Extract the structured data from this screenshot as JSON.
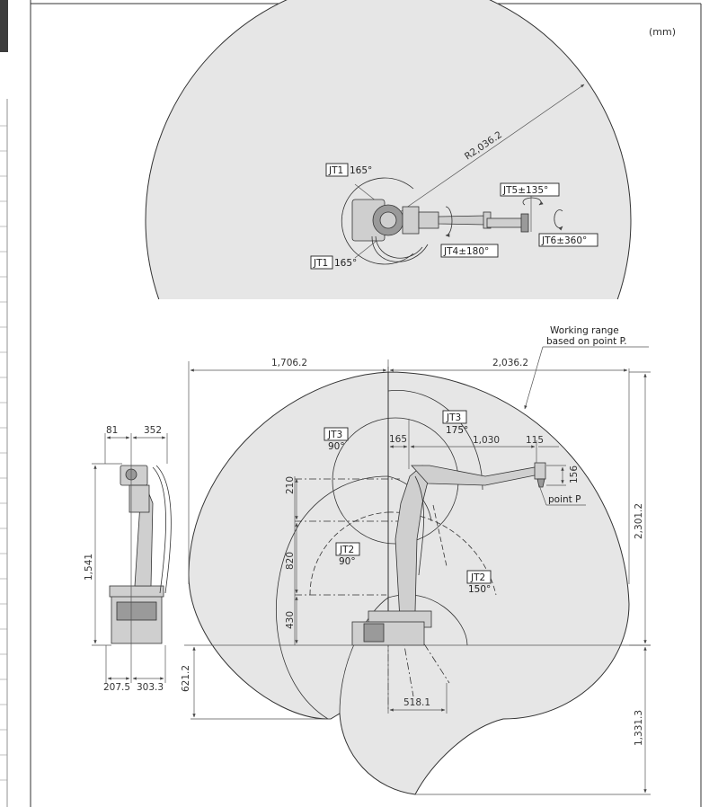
{
  "unit": "(mm)",
  "top_view": {
    "radius": "R2,036.2",
    "jt1_upper": {
      "box": "JT1",
      "value": "165°"
    },
    "jt1_lower": {
      "box": "JT1",
      "value": "165°"
    },
    "jt4": "JT4±180°",
    "jt5": "JT5±135°",
    "jt6": "JT6±360°"
  },
  "side_view": {
    "working_range_line1": "Working range",
    "working_range_line2": "based on point P.",
    "dim_rear": "1,706.2",
    "dim_front": "2,036.2",
    "dim_total_height": "2,301.2",
    "dim_offset_165": "165",
    "dim_arm_1030": "1,030",
    "dim_wrist_115": "115",
    "dim_wrist_156": "156",
    "dim_210": "210",
    "dim_820": "820",
    "dim_430": "430",
    "dim_below_621": "621.2",
    "dim_518": "518.1",
    "dim_below_1331": "1,331.3",
    "point_p": "point P",
    "jt3_upper": {
      "box": "JT3",
      "value": "175°"
    },
    "jt3_rear": {
      "box": "JT3",
      "value": "90°"
    },
    "jt2_rear": {
      "box": "JT2",
      "value": "90°"
    },
    "jt2_front": {
      "box": "JT2",
      "value": "150°"
    }
  },
  "front_view": {
    "dim_81": "81",
    "dim_352": "352",
    "dim_1541": "1,541",
    "dim_207": "207.5",
    "dim_303": "303.3"
  },
  "colors": {
    "zone": "#e6e6e6",
    "side_tab": "#3d3d3d",
    "line": "#333333"
  }
}
